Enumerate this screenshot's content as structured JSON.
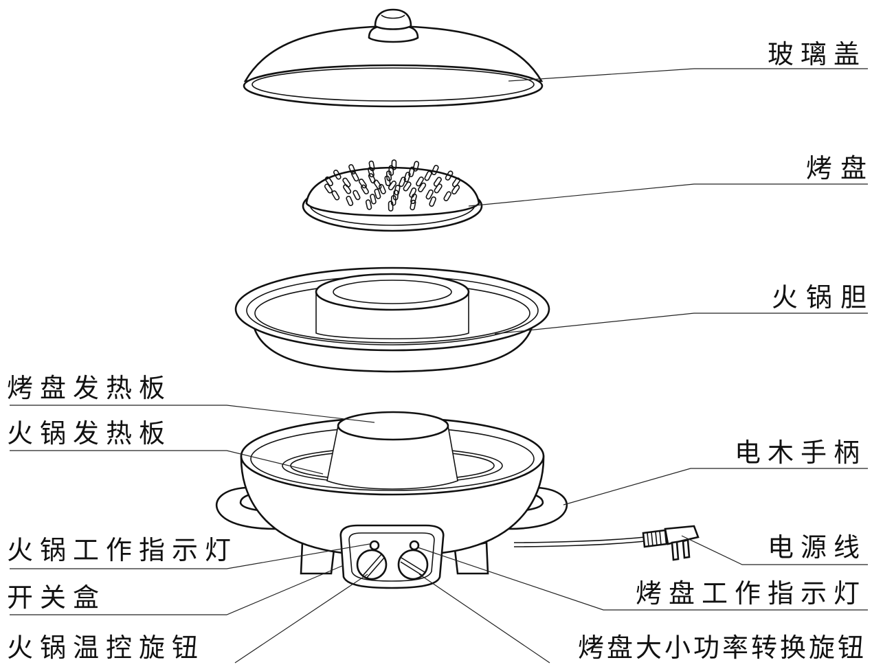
{
  "labels": {
    "glass_lid": "玻璃盖",
    "grill_plate": "烤 盘",
    "hotpot_liner": "火 锅 胆",
    "grill_heating_plate": "烤盘发热板",
    "hotpot_heating_plate": "火锅发热板",
    "bakelite_handle": "电木手柄",
    "hotpot_indicator": "火锅工作指示灯",
    "power_cord": "电源线",
    "switch_box": "开关盒",
    "grill_indicator": "烤盘工作指示灯",
    "hotpot_temp_knob": "火锅温控旋钮",
    "grill_power_knob": "烤盘大小功率转换旋钮"
  }
}
